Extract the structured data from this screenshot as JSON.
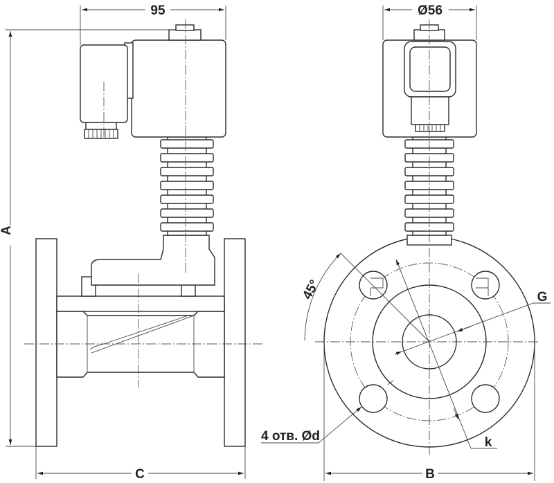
{
  "drawing": {
    "title": "Solenoid valve flanged – dimensional drawing",
    "dimensions": {
      "coil_width": "95",
      "coil_diameter": "Ø56",
      "height": "A",
      "length": "C",
      "flange_diameter": "B",
      "bolt_angle": "45°",
      "bore": "G",
      "holes": "4 отв. Ød",
      "bolt_circle": "k"
    },
    "line_color": "#2a2a2a"
  }
}
